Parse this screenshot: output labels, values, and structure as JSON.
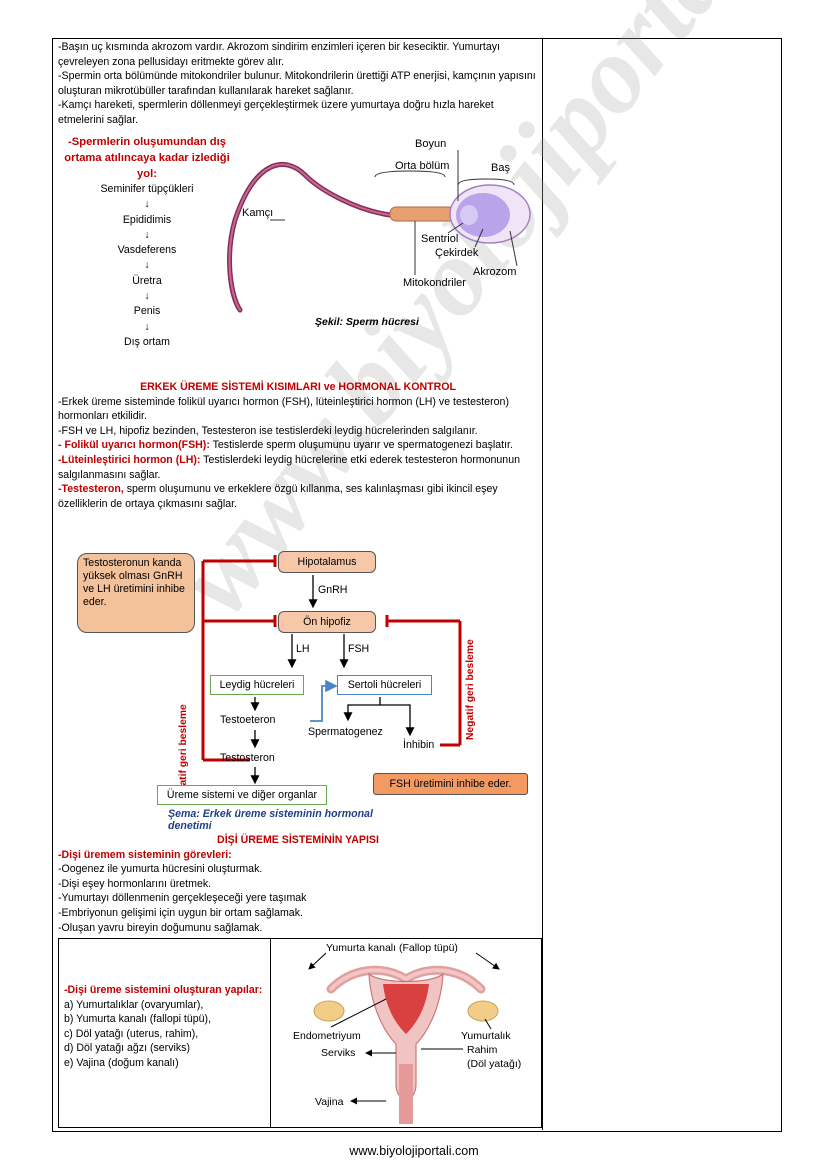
{
  "intro": [
    "-Başın uç kısmında akrozom vardır. Akrozom sindirim enzimleri içeren bir kesecik­tir. Yumurtayı çevreleyen zona pellusidayı eritmekte görev alır.",
    "-Spermin orta bölümünde mitokondriler bulunur. Mitokondrilerin ürettiği ATP enerjisi, kamçının yapısını oluşturan mikrotübüller tarafından kullanılarak hareket sağlanır.",
    "-Kamçı hareketi, spermlerin döllenmeyi gerçekleştirmek üzere yumurtaya doğru hızla hareket etmelerini sağlar."
  ],
  "pathway": {
    "title": "-Spermlerin oluşumundan dış ortama atılıncaya kadar izlediği yol:",
    "steps": [
      "Seminifer tüpçükleri",
      "Epididimis",
      "Vasdeferens",
      "Üretra",
      "Penis",
      "Dış ortam"
    ]
  },
  "sperm_figure": {
    "labels": {
      "boyun": "Boyun",
      "orta": "Orta bölüm",
      "bas": "Baş",
      "kamci": "Kamçı",
      "sentriol": "Sentriol",
      "cekirdek": "Çekirdek",
      "akrozom": "Akrozom",
      "mitokondri": "Mitokondriler"
    },
    "caption": "Şekil: Sperm hücresi"
  },
  "male_section": {
    "heading": "ERKEK ÜREME SİSTEMİ KISIMLARI ve HORMONAL KONTROL",
    "p1": "-Erkek üreme sisteminde folikül uyarıcı hormon (FSH), lüteinleştirici hormon (LH) ve testesteron) hormonları etkilidir.",
    "p2": "-FSH ve LH, hipofiz bezinden, Testesteron ise testislerdeki leydig hücrelerinden salgılanır.",
    "p3_label": "- Folikül uyarıcı hormon(FSH):",
    "p3_text": " Testislerde sperm oluşumunu uyarır ve spermatogenezi başlatır.",
    "p4_label": "-Lüteinleştirici hormon (LH):",
    "p4_text": " Testislerdeki leydig hücrelerine etki ederek testesteron hormonunun salgılanmasını sağlar.",
    "p5_label": "-Testesteron,",
    "p5_text": " sperm oluşumunu ve erkeklere özgü kıllanma, ses kalınlaşması gibi ikincil eşey özelliklerin de ortaya çıkmasını sağlar."
  },
  "diagram": {
    "callout_left": "Testosteronun kanda yüksek olması GnRH ve LH üretimini inhibe eder.",
    "hipotalamus": "Hipotalamus",
    "gnrh": "GnRH",
    "on_hipofiz": "Ön hipofiz",
    "lh": "LH",
    "fsh": "FSH",
    "leydig": "Leydig hücreleri",
    "sertoli": "Sertoli hücreleri",
    "testoeteron": "Testoeteron",
    "testosteron": "Testosteron",
    "spermatogenez": "Spermatogenez",
    "inhibin": "İnhibin",
    "neg_left": "Negatif geri besleme",
    "neg_right": "Negatif geri besleme",
    "organs": "Üreme sistemi ve diğer organlar",
    "callout_right": "FSH üretimini inhibe eder.",
    "caption": "Şema: Erkek üreme sisteminin hormonal denetimi"
  },
  "female_section": {
    "heading": "DİŞİ ÜREME SİSTEMİNİN YAPISI",
    "tasks_title": "-Dişi üremem sisteminin görevleri:",
    "tasks": [
      "-Oogenez ile yumurta hücresini oluşturmak.",
      "-Dişi eşey hormonlarını üretmek.",
      "-Yumurtayı döllenmenin gerçekleşeceği yere taşımak",
      "-Embriyonun gelişimi için uygun bir ortam sağlamak.",
      "-Oluşan yavru bireyin doğumunu sağlamak."
    ],
    "structures_title": "-Dişi üreme sistemini oluşturan yapılar:",
    "structures": [
      "a) Yumurtalıklar (ovaryumlar),",
      "b) Yumurta kanalı (fallopi tüpü),",
      "c) Döl yatağı (uterus, rahim),",
      "d) Döl yatağı ağzı (serviks)",
      "e) Vajina (doğum kanalı)"
    ],
    "figure_labels": {
      "kanal": "Yumurta kanalı (Fallop tüpü)",
      "endometriyum": "Endometriyum",
      "yumurtalik": "Yumurtalık",
      "serviks": "Serviks",
      "rahim": "Rahim",
      "dol": "(Döl yatağı)",
      "vajina": "Vajina"
    }
  },
  "watermark": "www.biyolojiportali.com",
  "footer": "www.biyolojiportali.com",
  "colors": {
    "red": "#c00000",
    "navy": "#1f3f8a",
    "salmon": "#f6c8a8",
    "orange": "#f39a63",
    "green_border": "#6aa84f",
    "blue_border": "#4a86c5",
    "callout": "#f3c19a"
  }
}
